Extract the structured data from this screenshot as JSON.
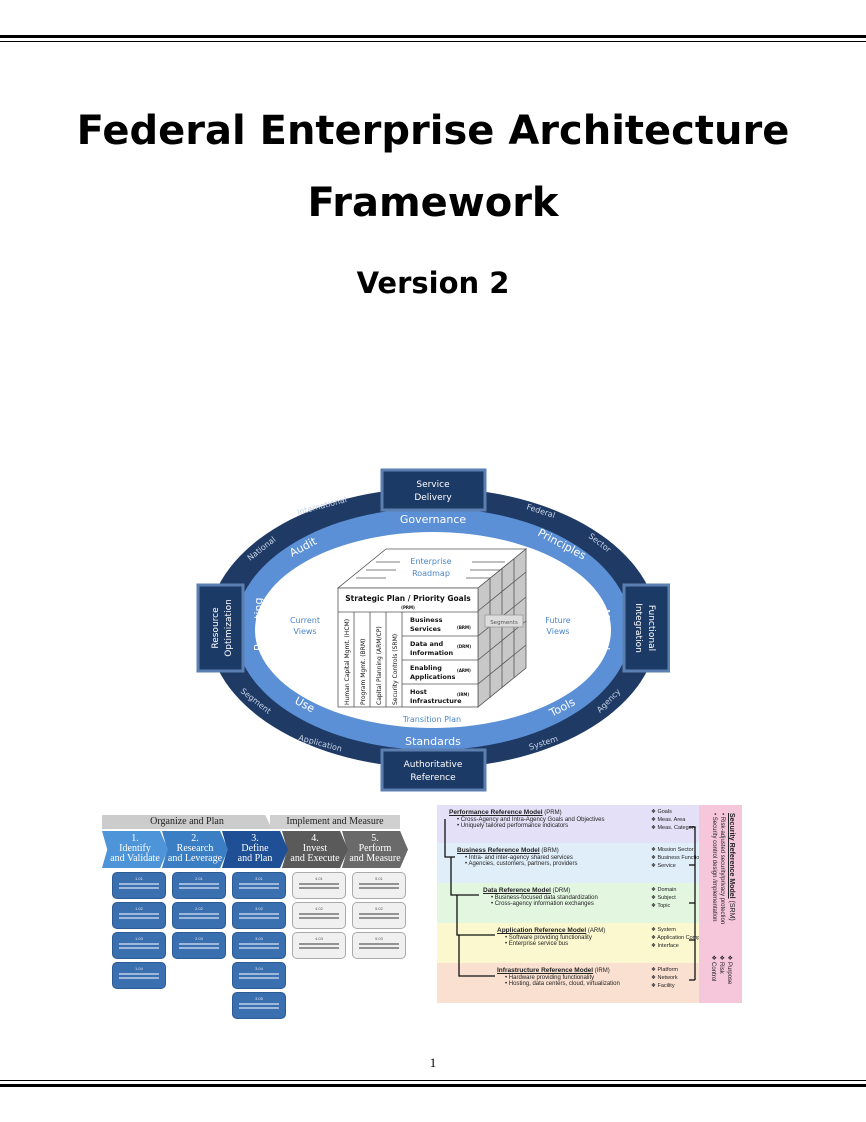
{
  "title": {
    "line1": "Federal Enterprise Architecture",
    "line2": "Framework",
    "version": "Version 2"
  },
  "wheel": {
    "boxes": {
      "top": [
        "Service",
        "Delivery"
      ],
      "bottom": [
        "Authoritative",
        "Reference"
      ],
      "left": [
        "Resource",
        "Optimization"
      ],
      "right": [
        "Functional",
        "Integration"
      ]
    },
    "outer_ring": [
      "International",
      "National",
      "Federal",
      "Sector",
      "Segment",
      "Application",
      "System",
      "Agency"
    ],
    "inner_ring": [
      "Governance",
      "Audit",
      "Principles",
      "Reporting",
      "Method",
      "Use",
      "Tools",
      "Standards"
    ],
    "inner": {
      "current_views": [
        "Current",
        "Views"
      ],
      "future_views": [
        "Future",
        "Views"
      ],
      "roadmap": [
        "Enterprise",
        "Roadmap"
      ],
      "transition": "Transition Plan",
      "segments": "Segments"
    },
    "cube": {
      "top_row": "Strategic Plan / Priority Goals",
      "top_row_tag": "(PRM)",
      "columns": [
        "Human Capital Mgmt. (HCM)",
        "Program Mgmt. (BRM)",
        "Capital Planning (ARM/CP)",
        "Security Controls (SRM)"
      ],
      "rows": [
        {
          "label": [
            "Business",
            "Services"
          ],
          "tag": "(BRM)"
        },
        {
          "label": [
            "Data and",
            "Information"
          ],
          "tag": "(DRM)"
        },
        {
          "label": [
            "Enabling",
            "Applications"
          ],
          "tag": "(ARM)"
        },
        {
          "label": [
            "Host",
            "Infrastructure"
          ],
          "tag": "(IRM)"
        }
      ]
    }
  },
  "process": {
    "bands": [
      "Organize and Plan",
      "Implement and Measure"
    ],
    "steps": [
      {
        "num": "1.",
        "l1": "Identify",
        "l2": "and Validate",
        "boxes": [
          "1.01",
          "1.02",
          "1.03",
          "1.04"
        ]
      },
      {
        "num": "2.",
        "l1": "Research",
        "l2": "and Leverage",
        "boxes": [
          "2.01",
          "2.02",
          "2.03"
        ]
      },
      {
        "num": "3.",
        "l1": "Define",
        "l2": "and Plan",
        "boxes": [
          "3.01",
          "3.02",
          "3.03",
          "3.04",
          "3.05"
        ]
      },
      {
        "num": "4.",
        "l1": "Invest",
        "l2": "and Execute",
        "boxes": [
          "4.01",
          "4.02",
          "4.03"
        ]
      },
      {
        "num": "5.",
        "l1": "Perform",
        "l2": "and Measure",
        "boxes": [
          "5.01",
          "5.02",
          "5.03"
        ]
      }
    ]
  },
  "reference_models": {
    "models": [
      {
        "name": "Performance Reference Model",
        "abbr": "(PRM)",
        "bullets": [
          "Cross-Agency and Intra-Agency Goals and Objectives",
          "Uniquely tailored performance indicators"
        ],
        "attrs": [
          "Goals",
          "Meas. Area",
          "Meas. Category"
        ],
        "color": "#e4e0f7"
      },
      {
        "name": "Business Reference Model",
        "abbr": "(BRM)",
        "bullets": [
          "Intra- and inter-agency shared services",
          "Agencies, customers, partners, providers"
        ],
        "attrs": [
          "Mission Sector",
          "Business Function",
          "Service"
        ],
        "color": "#e0eefa"
      },
      {
        "name": "Data Reference Model",
        "abbr": "(DRM)",
        "bullets": [
          "Business-focused data standardization",
          "Cross-agency information exchanges"
        ],
        "attrs": [
          "Domain",
          "Subject",
          "Topic"
        ],
        "color": "#e2f6e0"
      },
      {
        "name": "Application Reference Model",
        "abbr": "(ARM)",
        "bullets": [
          "Software providing functionality",
          "Enterprise service bus"
        ],
        "attrs": [
          "System",
          "Application Component",
          "Interface"
        ],
        "color": "#fbf8cf"
      },
      {
        "name": "Infrastructure Reference Model",
        "abbr": "(IRM)",
        "bullets": [
          "Hardware providing functionality",
          "Hosting, data centers, cloud, virtualization"
        ],
        "attrs": [
          "Platform",
          "Network",
          "Facility"
        ],
        "color": "#fae0d0"
      }
    ],
    "srm": {
      "name": "Security Reference Model",
      "abbr": "(SRM)",
      "bullets": [
        "Risk-adjusted security/privacy protection",
        "Security control design /implementation"
      ],
      "attrs": [
        "Purpose",
        "Risk",
        "Control"
      ]
    }
  },
  "page_number": "1"
}
